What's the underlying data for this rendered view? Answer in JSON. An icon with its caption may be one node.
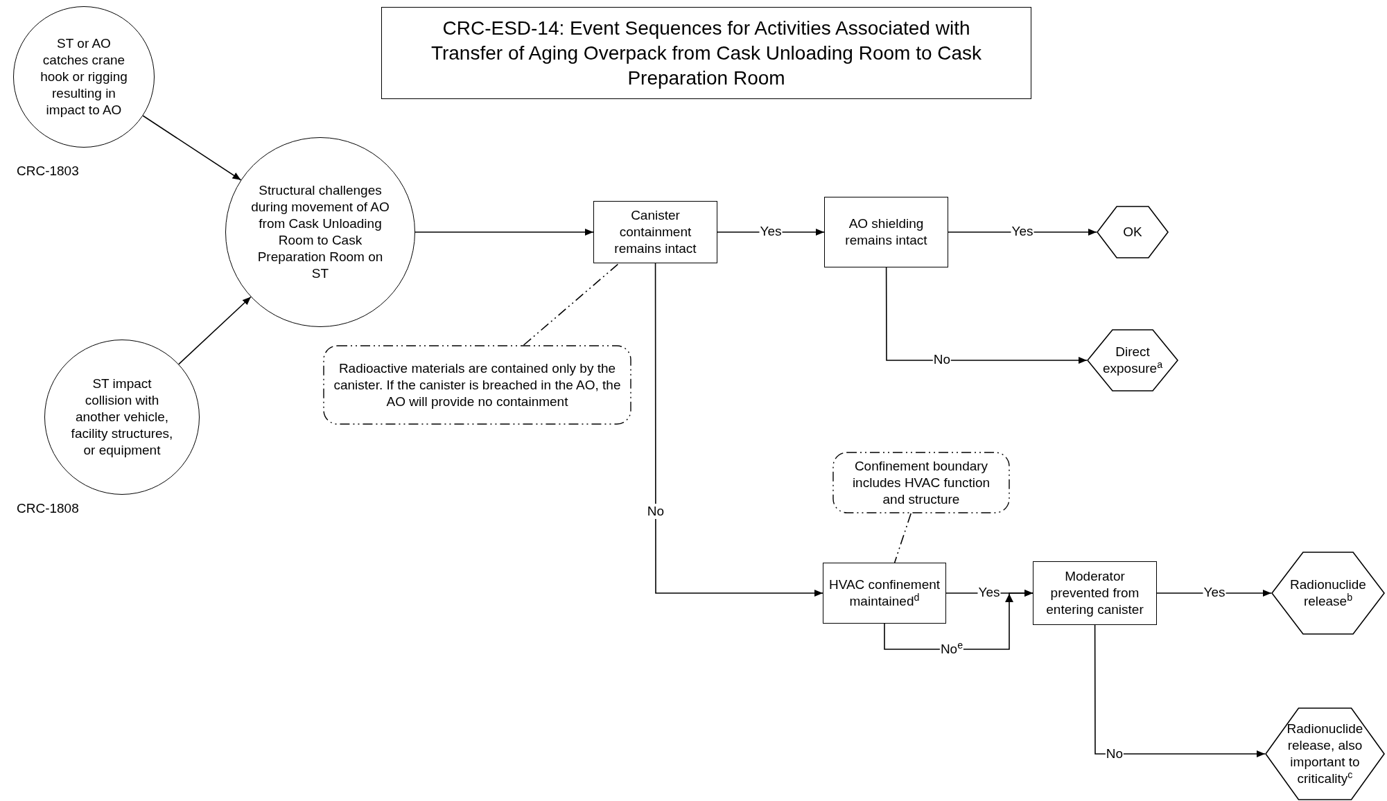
{
  "diagram": {
    "title": "CRC-ESD-14: Event Sequences for Activities Associated with Transfer of Aging Overpack from Cask Unloading Room to Cask Preparation Room",
    "nodes": [
      {
        "text": [
          "ST or AO catches crane hook or rigging resulting in impact to AO"
        ],
        "beside": [
          "CRC-1803"
        ]
      },
      {
        "text": [
          "ST impact collision with another vehicle, facility structures, or equipment"
        ],
        "beside": [
          "CRC-1808"
        ]
      },
      {
        "text": [
          "Structural challenges during movement of AO from Cask Unloading Room to Cask Preparation Room on ST"
        ]
      },
      {
        "text": [
          "Canister containment remains intact"
        ]
      },
      {
        "text": [
          "Radioactive materials are contained only by the canister. If the canister is breached in the AO, the AO will provide no containment"
        ]
      },
      {
        "text": [
          "AO shielding remains intact"
        ]
      },
      {
        "text": [
          "OK"
        ]
      },
      {
        "text": [
          "Direct exposure$^{a}$"
        ]
      },
      {
        "text": [
          "Confinement boundary includes HVAC function and structure"
        ]
      },
      {
        "text": [
          "HVAC confinement maintained$^{d}$"
        ]
      },
      {
        "text": [
          "Moderator prevented from entering canister"
        ]
      },
      {
        "text": [
          "Radionuclide release$^{b}$"
        ]
      },
      {
        "text": [
          "Radionuclide release, also important to criticality$^{c}$"
        ]
      }
    ],
    "edges": [
      {
        "from": 0,
        "to": 2,
        "arrow": "to"
      },
      {
        "from": 1,
        "to": 2,
        "arrow": "to"
      },
      {
        "from": 2,
        "to": 3,
        "arrow": "to"
      },
      {
        "from": 4,
        "to": 3,
        "arrow": "none",
        "style": "dashed"
      },
      {
        "from": 3,
        "to": 5,
        "arrow": "to",
        "label": "Yes"
      },
      {
        "from": 5,
        "to": 6,
        "arrow": "to",
        "label": "Yes"
      },
      {
        "from": 5,
        "to": 7,
        "arrow": "to",
        "label": "No"
      },
      {
        "from": 3,
        "to": 9,
        "arrow": "to",
        "label": "No"
      },
      {
        "from": 8,
        "to": 9,
        "arrow": "none",
        "style": "dashed"
      },
      {
        "from": 9,
        "to": 10,
        "arrow": "to",
        "label": "Yes"
      },
      {
        "from": 9,
        "to": 10,
        "arrow": "to",
        "label": "No$^{e}$"
      },
      {
        "from": 10,
        "to": 11,
        "arrow": "to",
        "label": "Yes"
      },
      {
        "from": 10,
        "to": 12,
        "arrow": "to",
        "label": "No"
      }
    ]
  }
}
